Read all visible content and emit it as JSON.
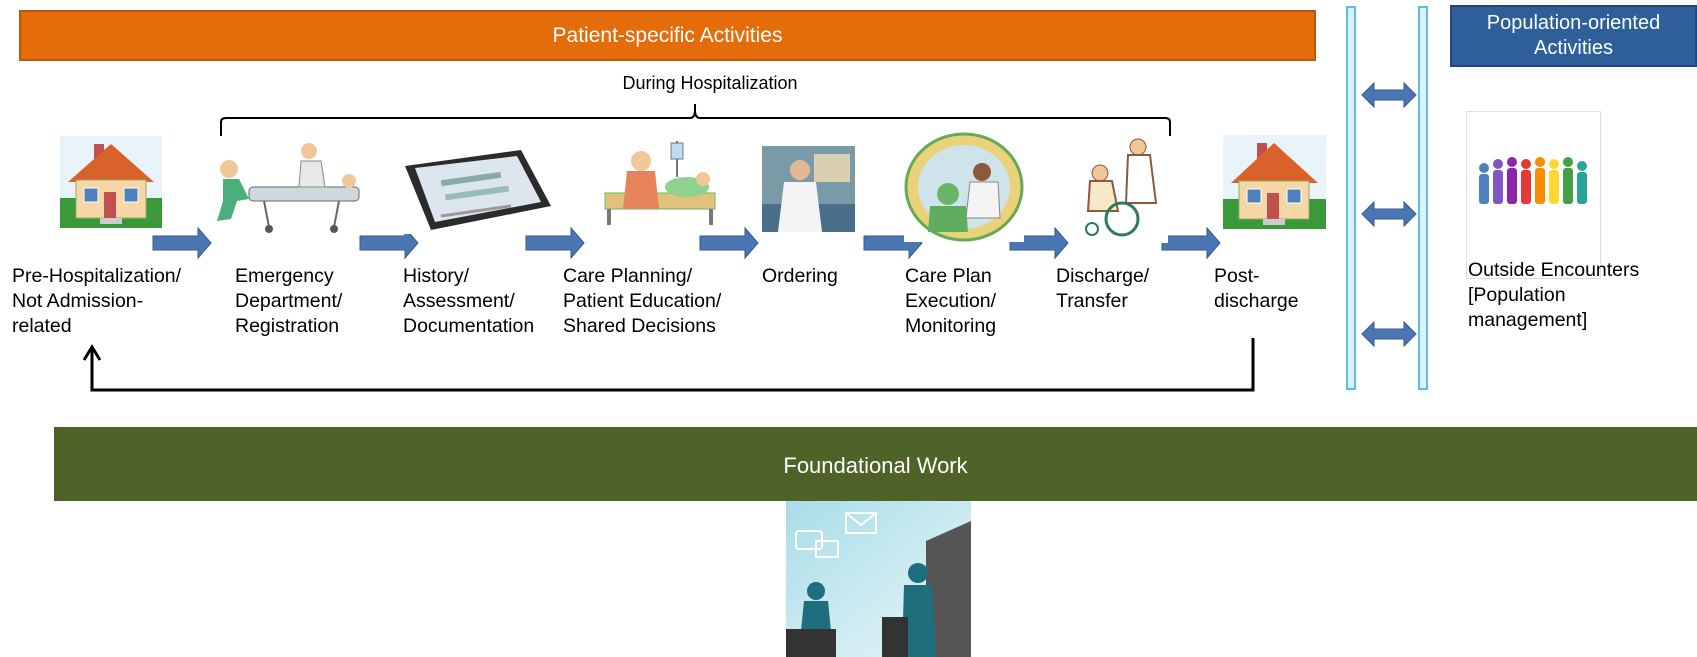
{
  "banners": {
    "patient": "Patient-specific Activities",
    "population": "Population-oriented Activities",
    "foundational": "Foundational Work"
  },
  "during": "During  Hospitalization",
  "steps": [
    {
      "label": "Pre-Hospitalization/\nNot Admission-\nrelated",
      "icon": "house-icon"
    },
    {
      "label": "Emergency\nDepartment/\nRegistration",
      "icon": "ambulance-stretcher-icon"
    },
    {
      "label": "History/\nAssessment/\nDocumentation",
      "icon": "tablet-icon"
    },
    {
      "label": "Care Planning/\nPatient Education/\nShared Decisions",
      "icon": "nurse-bedside-icon"
    },
    {
      "label": "Ordering",
      "icon": "doctor-ordering-icon"
    },
    {
      "label": "Care Plan\nExecution/\nMonitoring",
      "icon": "surgery-team-icon"
    },
    {
      "label": "Discharge/\nTransfer",
      "icon": "wheelchair-icon"
    },
    {
      "label": "Post-\ndischarge",
      "icon": "house-icon"
    }
  ],
  "outside": "Outside Encounters\n[Population\nmanagement]",
  "colors": {
    "orange": "#e46c0a",
    "blue_banner": "#2f5f98",
    "green": "#4f6228",
    "arrow": "#4a77b4"
  }
}
